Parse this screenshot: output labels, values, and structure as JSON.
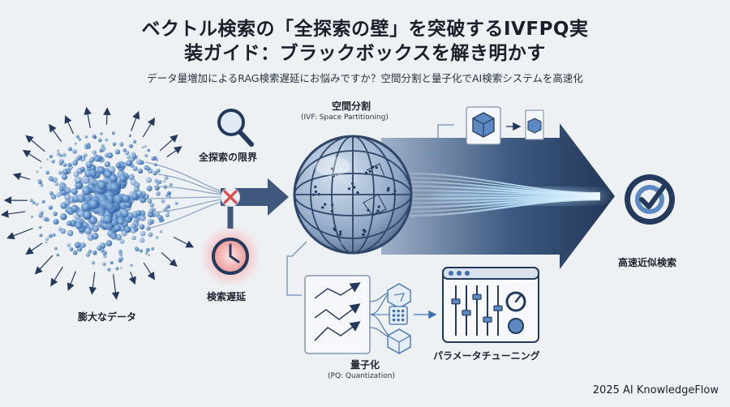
{
  "header": {
    "title_line1": "ベクトル検索の「全探索の壁」を突破するIVFPQ実",
    "title_line2": "装ガイド：ブラックボックスを解き明かす",
    "subtitle": "データ量増加によるRAG検索遅延にお悩みですか？空間分割と量子化でAI検索システムを高速化"
  },
  "labels": {
    "big_data": "膨大なデータ",
    "full_search_limit": "全探索の限界",
    "search_delay": "検索遅延",
    "space_partition": "空間分割",
    "space_partition_sub": "(IVF: Space Partitioning)",
    "quantization": "量子化",
    "quantization_sub": "(PQ: Quantization)",
    "param_tuning": "パラメータチューニング",
    "fast_search": "高速近似検索"
  },
  "footer": {
    "credit": "2025 AI KnowledgeFlow"
  },
  "colors": {
    "accent_blue": "#3d6fb0",
    "dark_navy": "#233a5c",
    "alert_red": "#e04848",
    "glow": "#7fd0ff"
  }
}
